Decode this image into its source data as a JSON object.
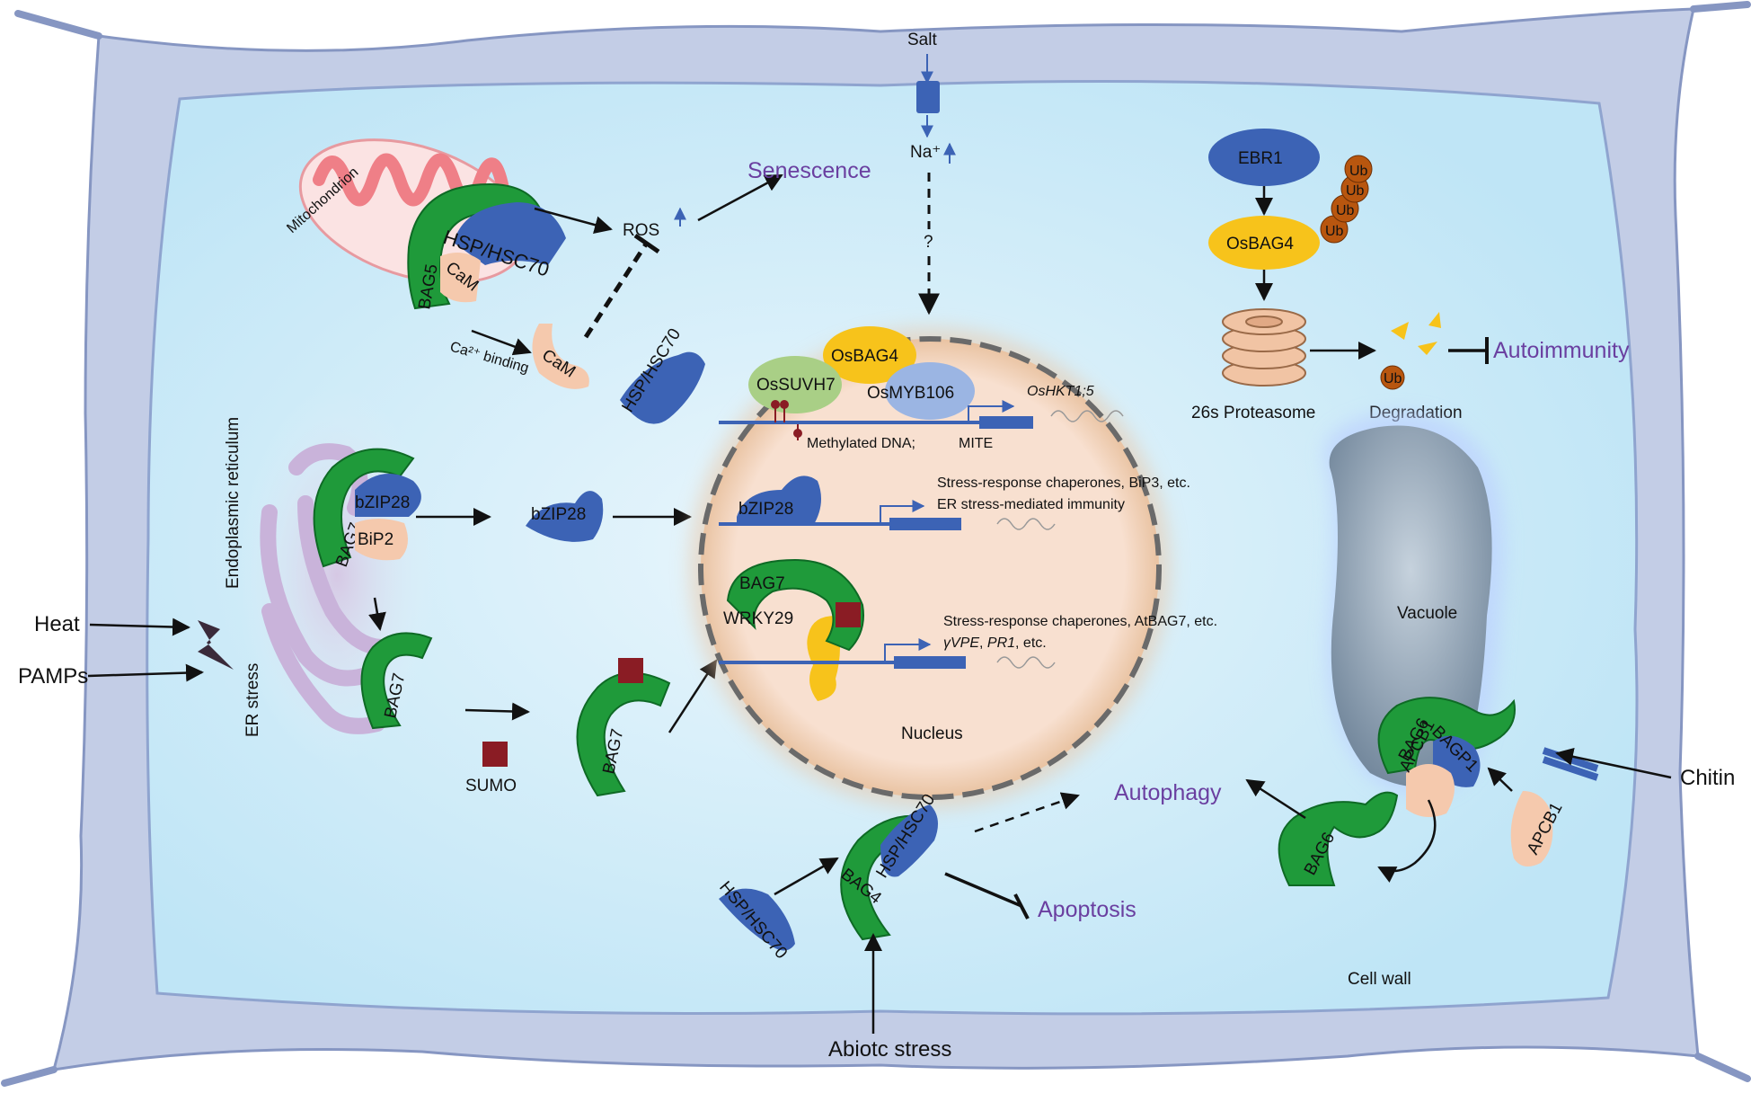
{
  "labels": {
    "salt": "Salt",
    "na": "Na⁺",
    "question": "?",
    "senescence": "Senescence",
    "ros": "ROS",
    "mitochondrion": "Mitochondrion",
    "bag5": "BAG5",
    "hsp_mito": "HSP/HSC70",
    "cam_mito": "CaM",
    "ca_binding": "Ca²⁺ binding",
    "cam_free": "CaM",
    "hsp_free_top": "HSP/HSC70",
    "er": "Endoplasmic reticulum",
    "er_stress": "ER stress",
    "heat": "Heat",
    "pamps": "PAMPs",
    "bag7_er": "BAG7",
    "bzip28_er": "bZIP28",
    "bip2": "BiP2",
    "bag7_lower": "BAG7",
    "bzip28_free": "bZIP28",
    "sumo": "SUMO",
    "bag7_sumo": "BAG7",
    "osbag4_nuc": "OsBAG4",
    "ossuvh7": "OsSUVH7",
    "osmyb106": "OsMYB106",
    "oshkt": "OsHKT1;5",
    "methylated": "Methylated DNA;",
    "mite": "MITE",
    "bzip28_nuc": "bZIP28",
    "gene_text_1a": "Stress-response chaperones, BiP3, etc.",
    "gene_text_1b": "ER stress-mediated immunity",
    "bag7_nuc": "BAG7",
    "wrky29": "WRKY29",
    "gene_text_2a": "Stress-response chaperones, AtBAG7, etc.",
    "gene_text_2b_1": "γVPE",
    "gene_text_2b_2": ", ",
    "gene_text_2b_3": "PR1",
    "gene_text_2b_4": ", etc.",
    "nucleus": "Nucleus",
    "ebr1": "EBR1",
    "osbag4_cyto": "OsBAG4",
    "ub": "Ub",
    "proteasome": "26s Proteasome",
    "degradation": "Degradation",
    "autoimmunity": "Autoimmunity",
    "vacuole": "Vacuole",
    "bag6_vac": "BAG6",
    "bagp1": "BAGP1",
    "apcb1_vac": "APCB1",
    "apcb1_free": "APCB1",
    "chitin": "Chitin",
    "bag6_free": "BAG6",
    "autophagy": "Autophagy",
    "bag4": "BAG4",
    "hsp_bag4": "HSP/HSC70",
    "hsp_free_bottom": "HSP/HSC70",
    "apoptosis": "Apoptosis",
    "abiotic": "Abiotc stress",
    "cell_wall": "Cell wall"
  },
  "colors": {
    "bag_green": "#1f9a3a",
    "hsp_blue": "#3c63b5",
    "cam_peach": "#f5c9ad",
    "osbag4_yellow": "#f7c31b",
    "ossuvh7_green": "#a9cf86",
    "osmyb106_blue": "#9bb5e3",
    "sumo_red": "#8a1c24",
    "purple_text": "#6a3fa0",
    "cytoplasm": "#cdeaf7",
    "cell_wall": "#c3cde6",
    "nucleus_fill": "#f6dccb",
    "ub_brown": "#b8560f"
  }
}
